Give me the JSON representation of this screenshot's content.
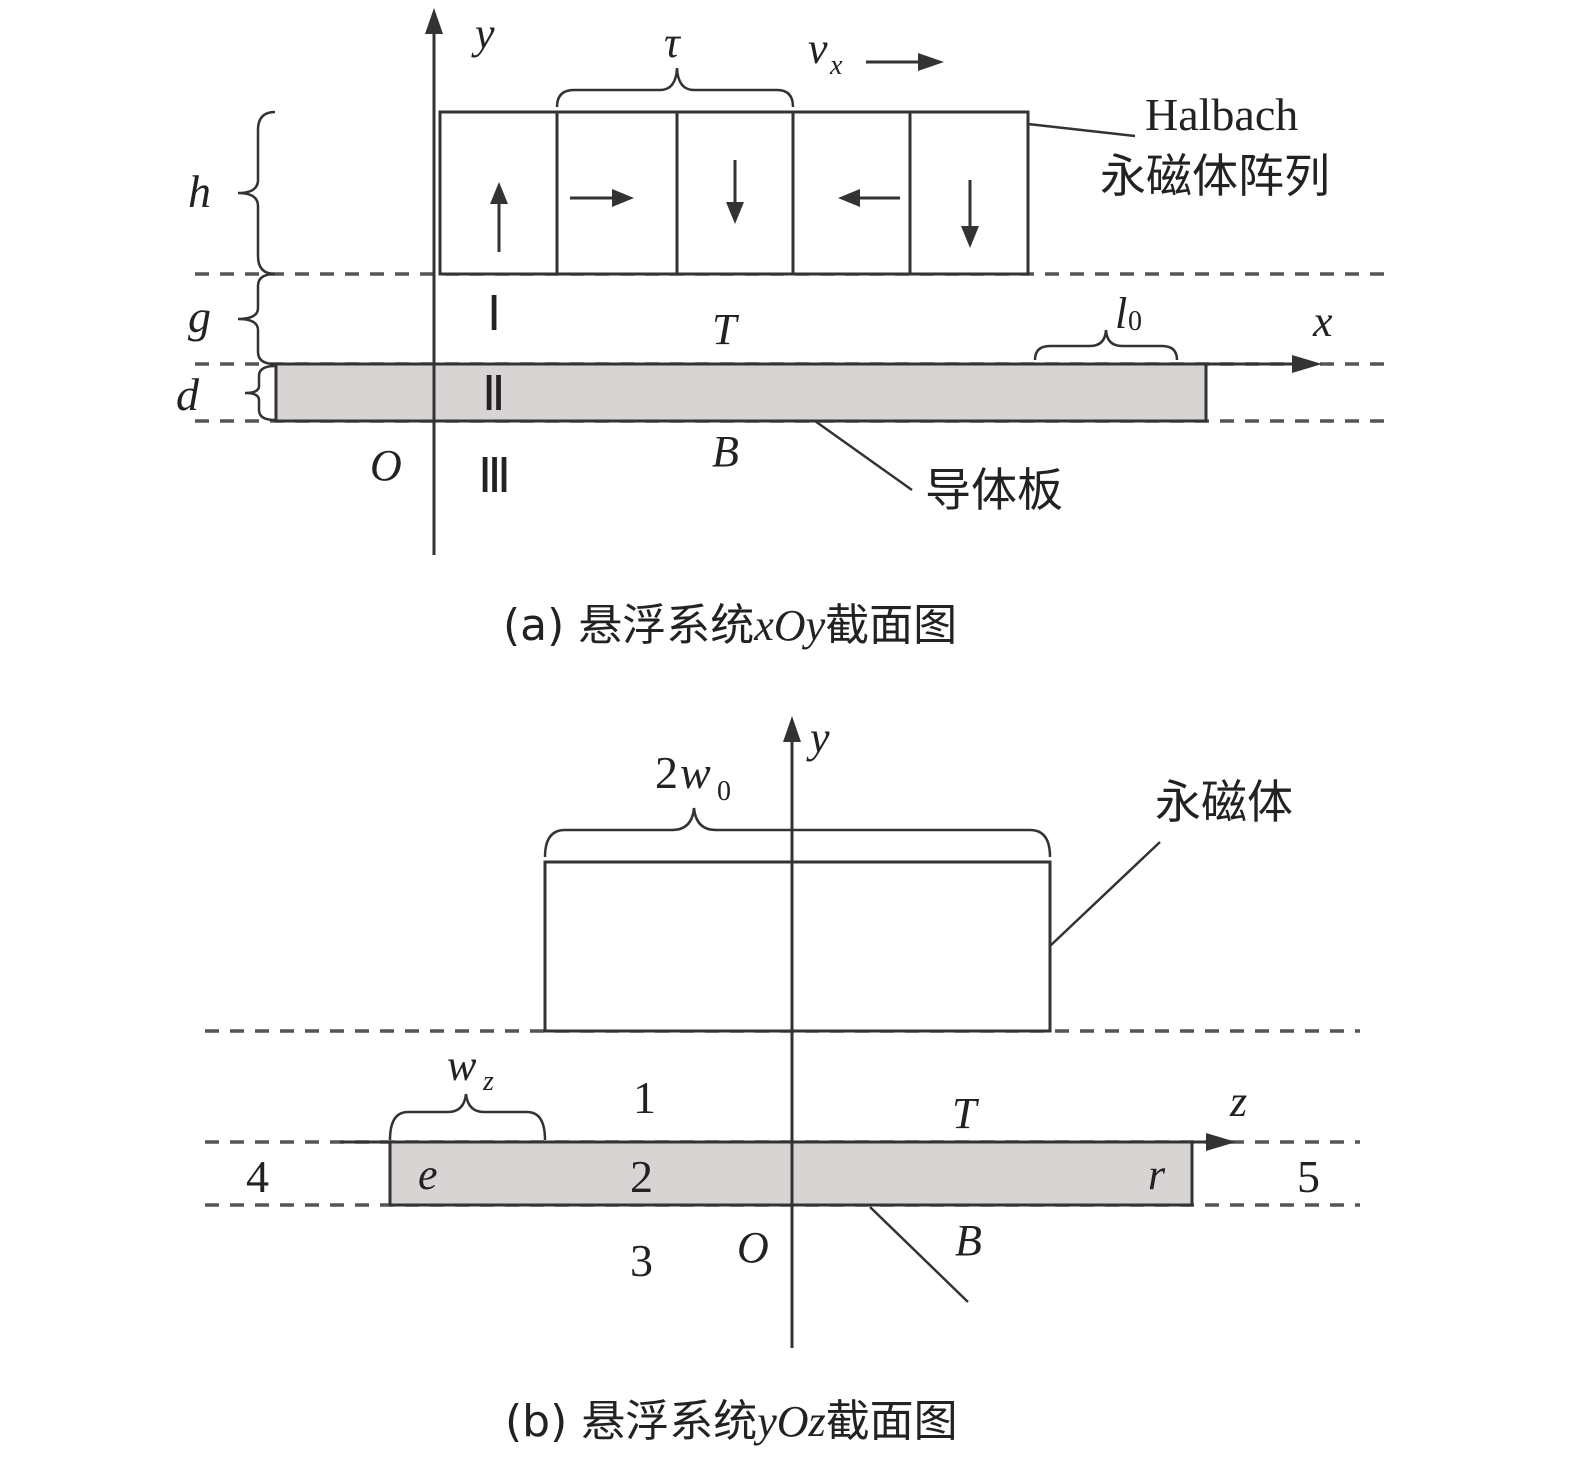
{
  "panel_a": {
    "axis_y": "y",
    "axis_x": "x",
    "tau": "τ",
    "v": "v",
    "v_sub": "x",
    "h": "h",
    "g": "g",
    "d": "d",
    "region_1": "Ⅰ",
    "region_2": "Ⅱ",
    "region_3": "Ⅲ",
    "T": "T",
    "B": "B",
    "O": "O",
    "l": "l",
    "l_sub": "0",
    "halbach_line1": "Halbach",
    "halbach_line2": "永磁体阵列",
    "plate_label": "导体板",
    "caption_prefix": "(a) 悬浮系统",
    "caption_italic": "xOy",
    "caption_suffix": "截面图",
    "magnet_directions": [
      "up",
      "right",
      "down",
      "left",
      "down"
    ]
  },
  "panel_b": {
    "axis_y": "y",
    "axis_z": "z",
    "width_prefix": "2",
    "width_w": "w",
    "width_sub": "0",
    "wz_w": "w",
    "wz_sub": "z",
    "magnet_label": "永磁体",
    "region_1": "1",
    "region_2": "2",
    "region_3": "3",
    "region_4": "4",
    "region_5": "5",
    "T": "T",
    "B": "B",
    "O": "O",
    "e": "e",
    "r": "r",
    "caption_prefix": "(b) 悬浮系统",
    "caption_italic": "yOz",
    "caption_suffix": "截面图"
  }
}
